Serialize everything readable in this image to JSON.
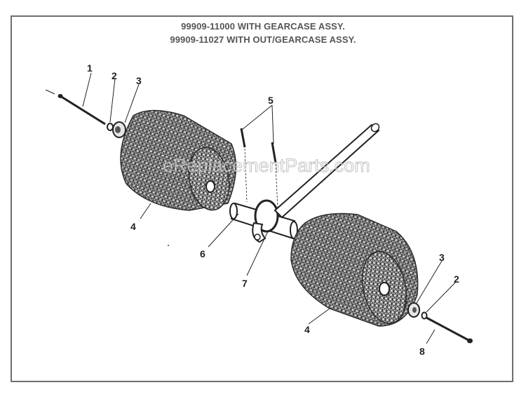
{
  "header": {
    "line1": "99909-11000 WITH GEARCASE ASSY.",
    "line2": "99909-11027 WITH OUT/GEARCASE ASSY."
  },
  "watermark": "eReplacementParts.com",
  "callouts": {
    "c1": "1",
    "c2_left": "2",
    "c3_left": "3",
    "c4_left": "4",
    "c5": "5",
    "c6": "6",
    "c7": "7",
    "c3_right": "3",
    "c2_right": "2",
    "c4_right": "4",
    "c8": "8"
  },
  "colors": {
    "frame": "#6e6e6e",
    "ink": "#222222",
    "brush": "#3a3a3a"
  }
}
